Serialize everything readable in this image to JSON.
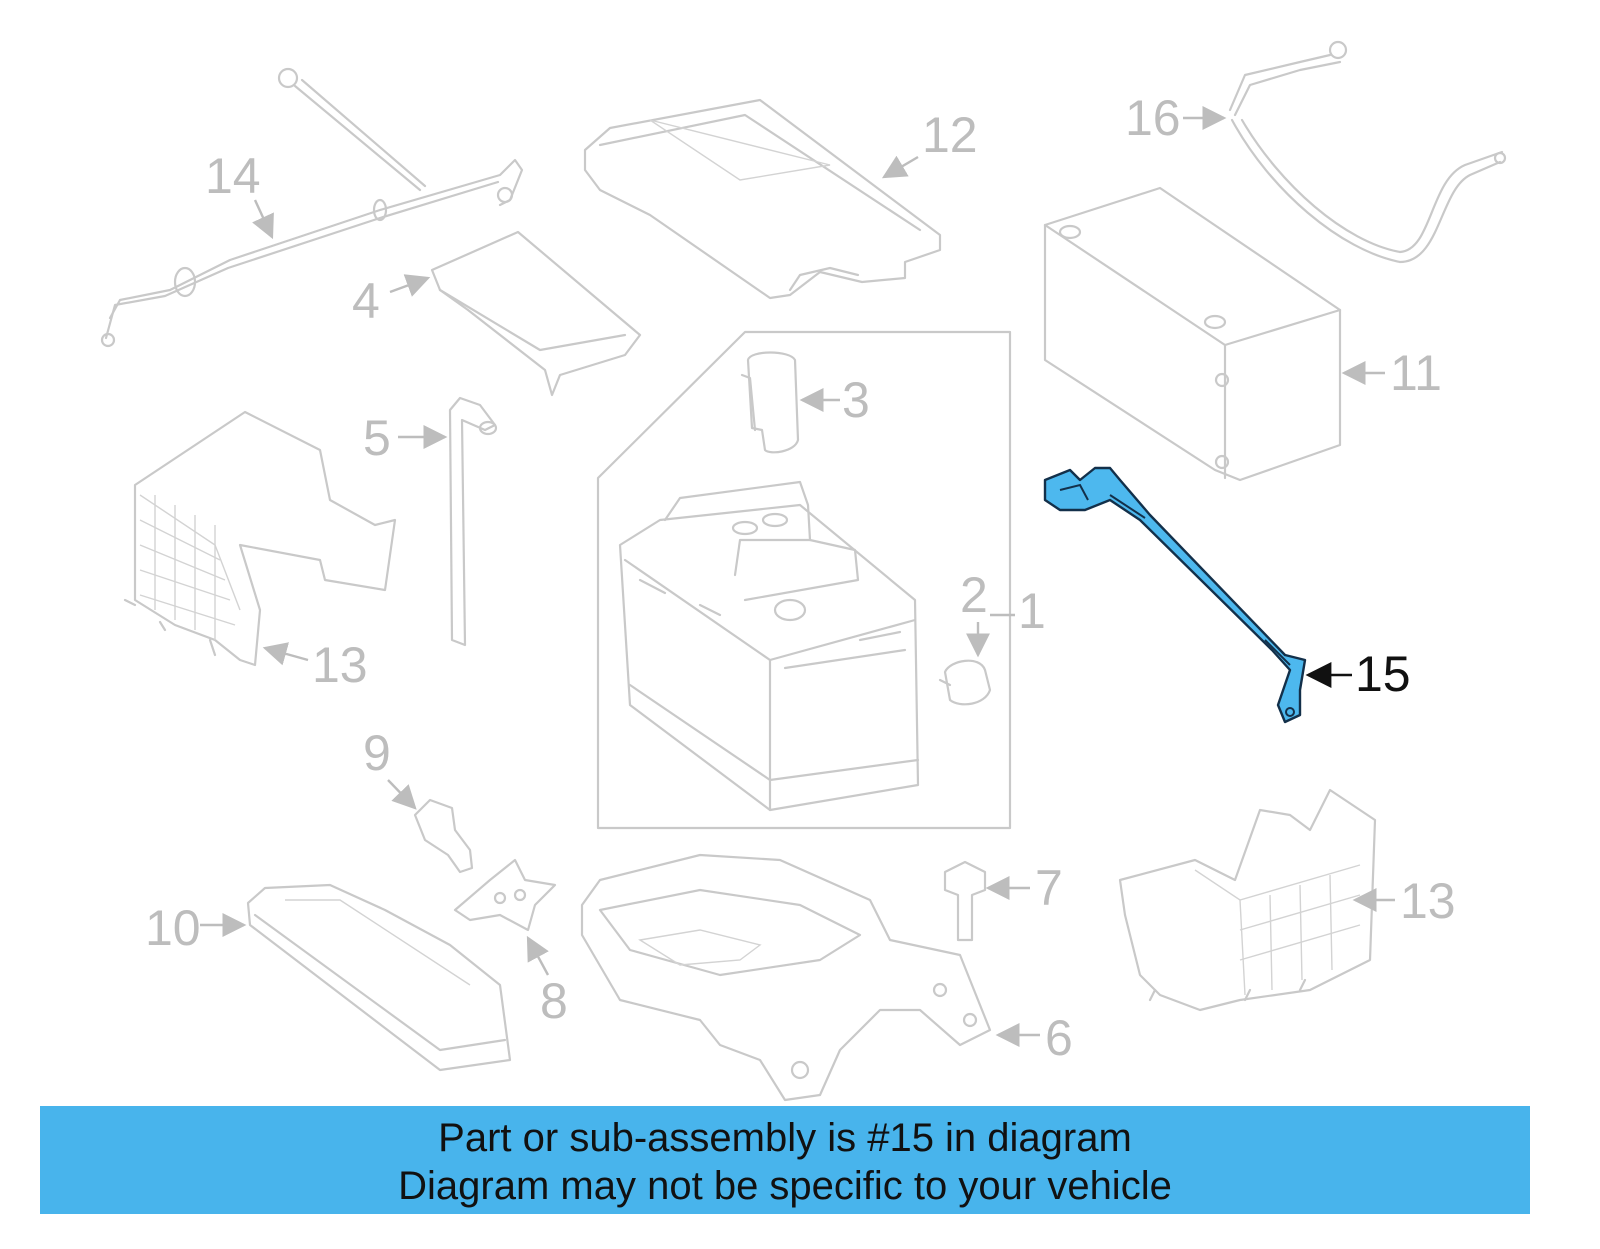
{
  "diagram": {
    "callouts": {
      "c1": "1",
      "c2": "2",
      "c3": "3",
      "c4": "4",
      "c5": "5",
      "c6": "6",
      "c7": "7",
      "c8": "8",
      "c9": "9",
      "c10": "10",
      "c11": "11",
      "c12": "12",
      "c13a": "13",
      "c13b": "13",
      "c14": "14",
      "c15": "15",
      "c16": "16"
    },
    "highlighted_part": "15",
    "highlight_color": "#4db8ee",
    "part_color": "#c9c9c9",
    "callout_color": "#bdbdbd"
  },
  "banner": {
    "line1": "Part or sub-assembly is #15 in diagram",
    "line2": "Diagram may not be specific to your vehicle",
    "background": "#48b4ec"
  }
}
